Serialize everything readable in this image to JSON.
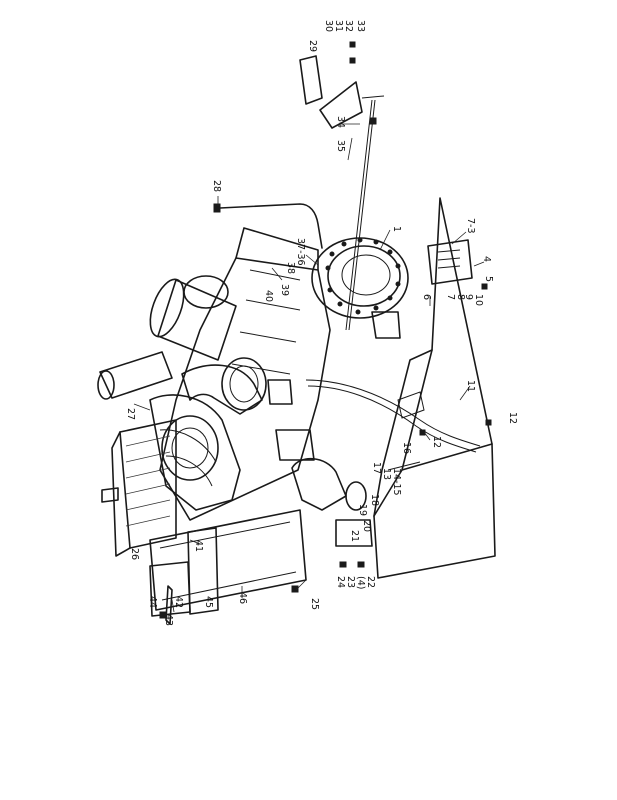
{
  "diagram": {
    "callouts": [
      {
        "id": "c1",
        "text": "1"
      },
      {
        "id": "c2",
        "text": "7-3"
      },
      {
        "id": "c3",
        "text": "4"
      },
      {
        "id": "c4",
        "text": "5"
      },
      {
        "id": "c5",
        "text": "6"
      },
      {
        "id": "c6",
        "text": "7"
      },
      {
        "id": "c7",
        "text": "8"
      },
      {
        "id": "c8",
        "text": "9"
      },
      {
        "id": "c9",
        "text": "10"
      },
      {
        "id": "c10",
        "text": "11"
      },
      {
        "id": "c11",
        "text": "12"
      },
      {
        "id": "c12",
        "text": "12"
      },
      {
        "id": "c13",
        "text": "13"
      },
      {
        "id": "c14",
        "text": "14-15"
      },
      {
        "id": "c15",
        "text": "16"
      },
      {
        "id": "c16",
        "text": "17"
      },
      {
        "id": "c17",
        "text": "18"
      },
      {
        "id": "c18",
        "text": "19"
      },
      {
        "id": "c19",
        "text": "20"
      },
      {
        "id": "c20",
        "text": "21"
      },
      {
        "id": "c21",
        "text": "22"
      },
      {
        "id": "c22",
        "text": "(4)"
      },
      {
        "id": "c23",
        "text": "23"
      },
      {
        "id": "c24",
        "text": "24"
      },
      {
        "id": "c25",
        "text": "25"
      },
      {
        "id": "c26",
        "text": "26"
      },
      {
        "id": "c27",
        "text": "27"
      },
      {
        "id": "c28",
        "text": "28"
      },
      {
        "id": "c29",
        "text": "29"
      },
      {
        "id": "c30",
        "text": "30"
      },
      {
        "id": "c31",
        "text": "31"
      },
      {
        "id": "c32",
        "text": "32"
      },
      {
        "id": "c33",
        "text": "33"
      },
      {
        "id": "c34",
        "text": "34"
      },
      {
        "id": "c35",
        "text": "35"
      },
      {
        "id": "c36",
        "text": "37-36"
      },
      {
        "id": "c37",
        "text": "38"
      },
      {
        "id": "c38",
        "text": "39"
      },
      {
        "id": "c39",
        "text": "40"
      },
      {
        "id": "c40",
        "text": "41"
      },
      {
        "id": "c41",
        "text": "42"
      },
      {
        "id": "c42",
        "text": "43"
      },
      {
        "id": "c43",
        "text": "44"
      },
      {
        "id": "c44",
        "text": "45"
      },
      {
        "id": "c45",
        "text": "46"
      }
    ]
  }
}
